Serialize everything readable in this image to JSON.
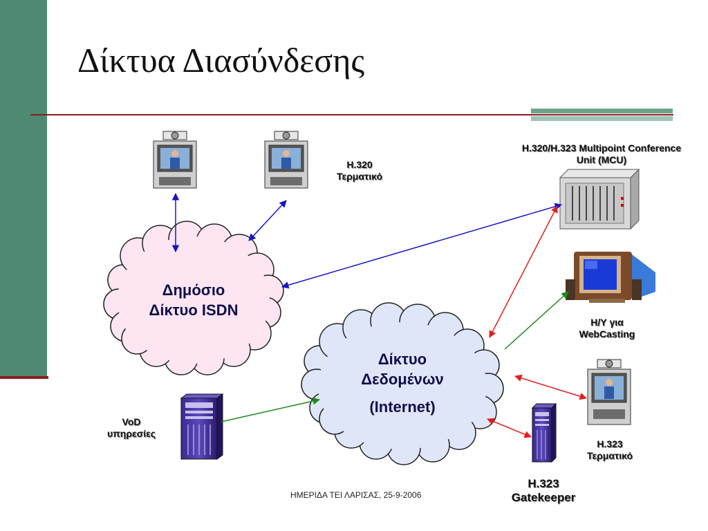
{
  "slide": {
    "title": "Δίκτυα Διασύνδεσης",
    "footer": "ΗΜΕΡΙΔΑ ΤΕΙ ΛΑΡΙΣΑΣ, 25-9-2006"
  },
  "colors": {
    "sidebar": "#4e8a72",
    "rule": "#8b1c1c",
    "isdn_cloud": "#fde6f1",
    "data_cloud": "#dfe6f8",
    "blue_link": "#1515c8",
    "red_link": "#e02020",
    "green_link": "#1a8a1a"
  },
  "nodes": {
    "h320_terminal": {
      "line1": "H.320",
      "line2": "Τερματικό"
    },
    "mcu": {
      "line1": "H.320/H.323 Multipoint Conference",
      "line2": "Unit (MCU)"
    },
    "webcasting_pc": {
      "line1": "Η/Υ για",
      "line2": "WebCasting"
    },
    "h323_terminal": {
      "line1": "H.323",
      "line2": "Τερματικό"
    },
    "gatekeeper": {
      "line1": "H.323",
      "line2": "Gatekeeper"
    },
    "vod": {
      "line1": "VoD",
      "line2": "υπηρεσίες"
    }
  },
  "clouds": {
    "isdn": {
      "line1": "Δημόσιο",
      "line2": "Δίκτυο ISDN"
    },
    "data": {
      "line1": "Δίκτυο",
      "line2": "Δεδομένων",
      "line3": "(Internet)"
    }
  }
}
